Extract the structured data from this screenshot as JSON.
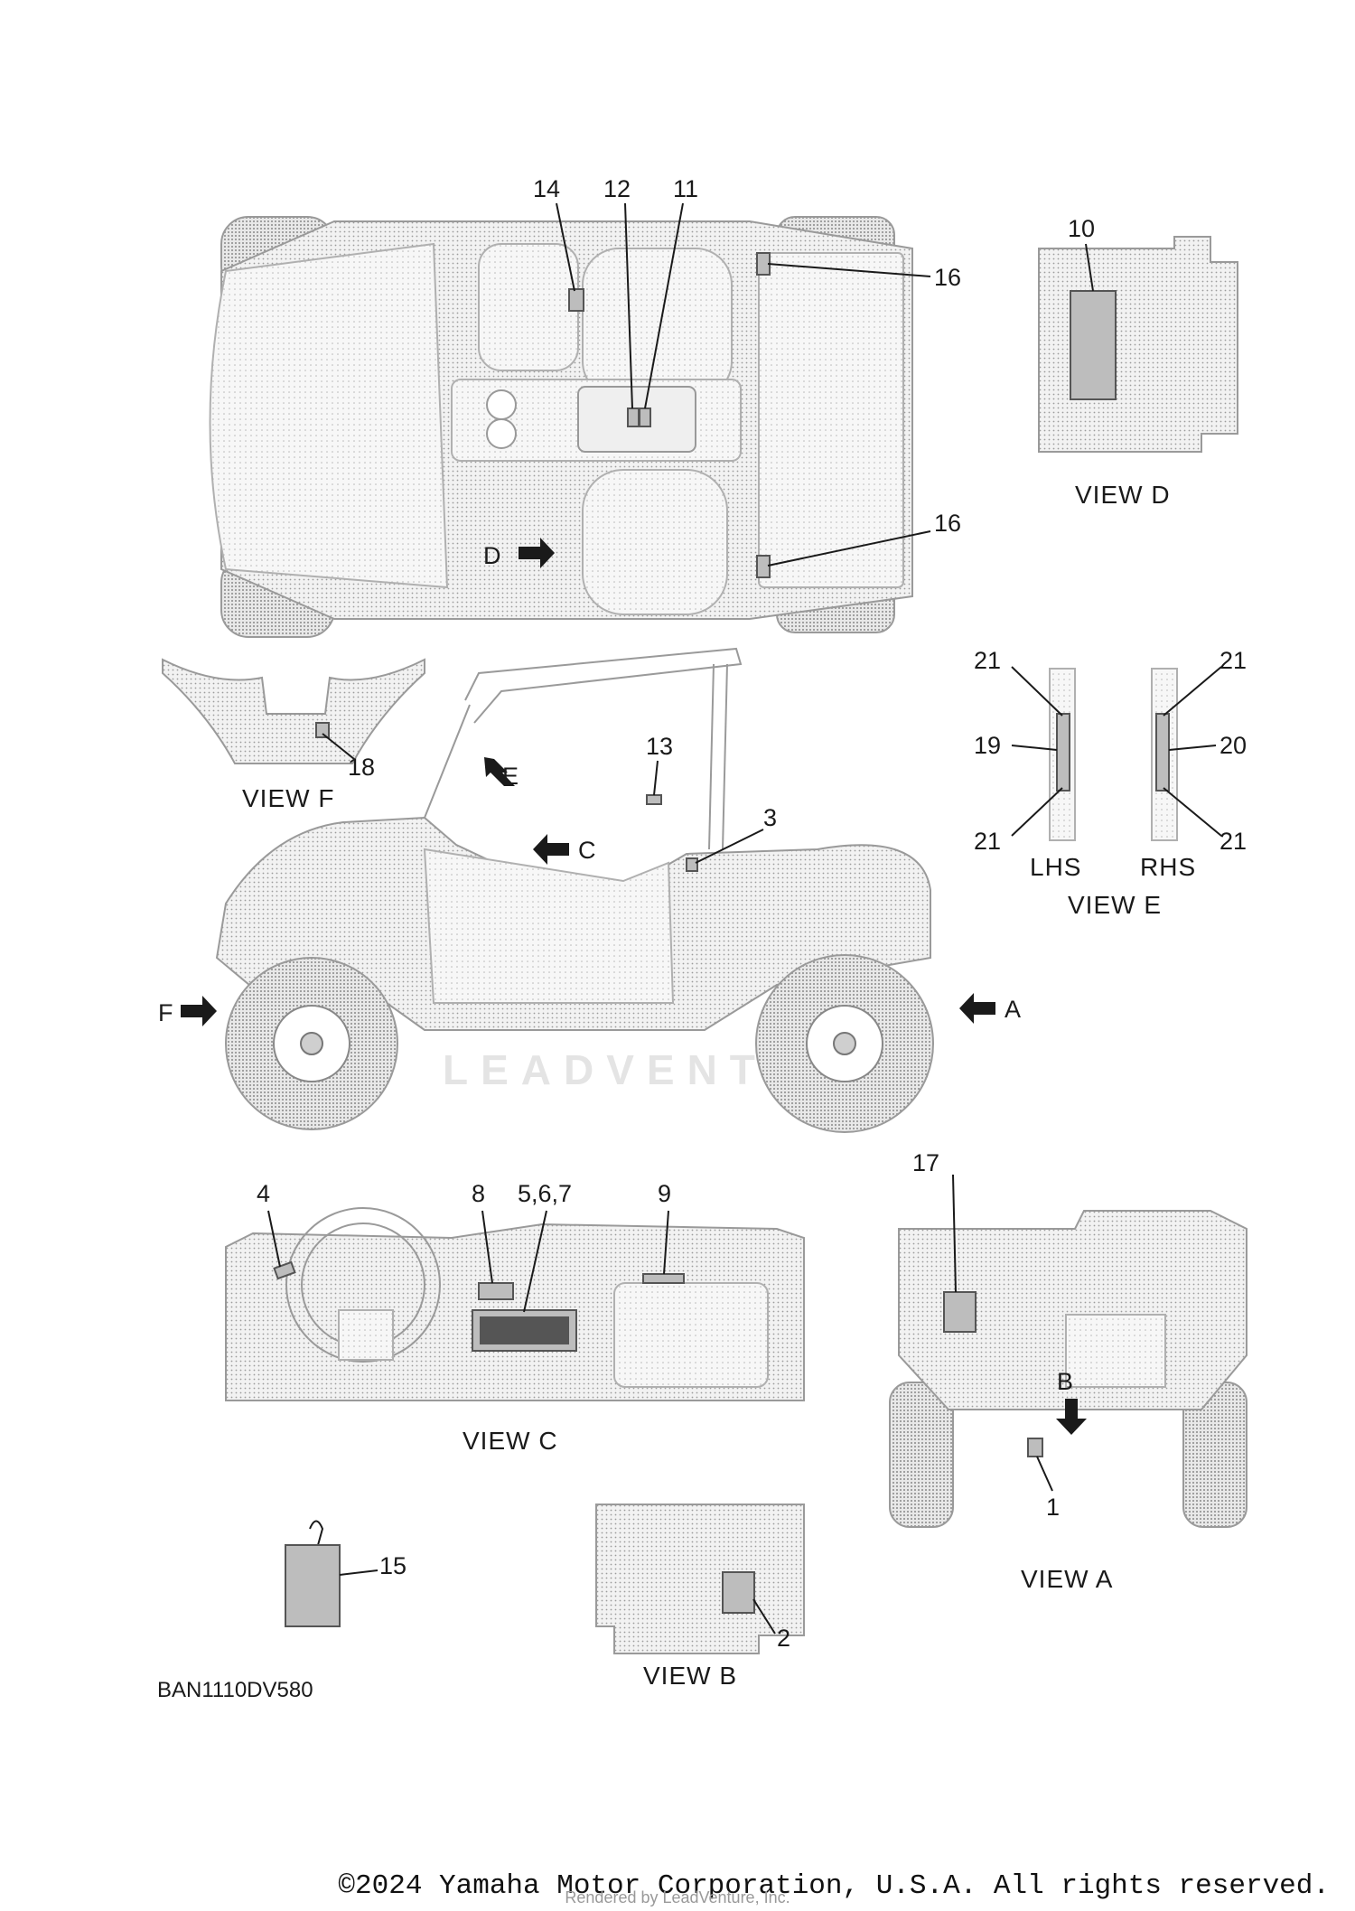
{
  "diagram_code": "BAN1110DV580",
  "copyright": "©2024 Yamaha Motor Corporation, U.S.A. All rights reserved.",
  "rendered_by": "Rendered by LeadVenture, Inc.",
  "watermark": "LEADVENT",
  "views": {
    "a": "VIEW A",
    "b": "VIEW B",
    "c": "VIEW C",
    "d": "VIEW D",
    "e": "VIEW E",
    "f": "VIEW F"
  },
  "view_e_sides": {
    "left": "LHS",
    "right": "RHS"
  },
  "view_arrows": {
    "a": "A",
    "b": "B",
    "c": "C",
    "d": "D",
    "e": "E",
    "f": "F"
  },
  "callouts": {
    "c1": "1",
    "c2": "2",
    "c3": "3",
    "c4": "4",
    "c567": "5,6,7",
    "c8": "8",
    "c9": "9",
    "c10": "10",
    "c11": "11",
    "c12": "12",
    "c13": "13",
    "c14": "14",
    "c15": "15",
    "c16a": "16",
    "c16b": "16",
    "c17": "17",
    "c18": "18",
    "c19": "19",
    "c20": "20",
    "c21a": "21",
    "c21b": "21",
    "c21c": "21",
    "c21d": "21"
  }
}
